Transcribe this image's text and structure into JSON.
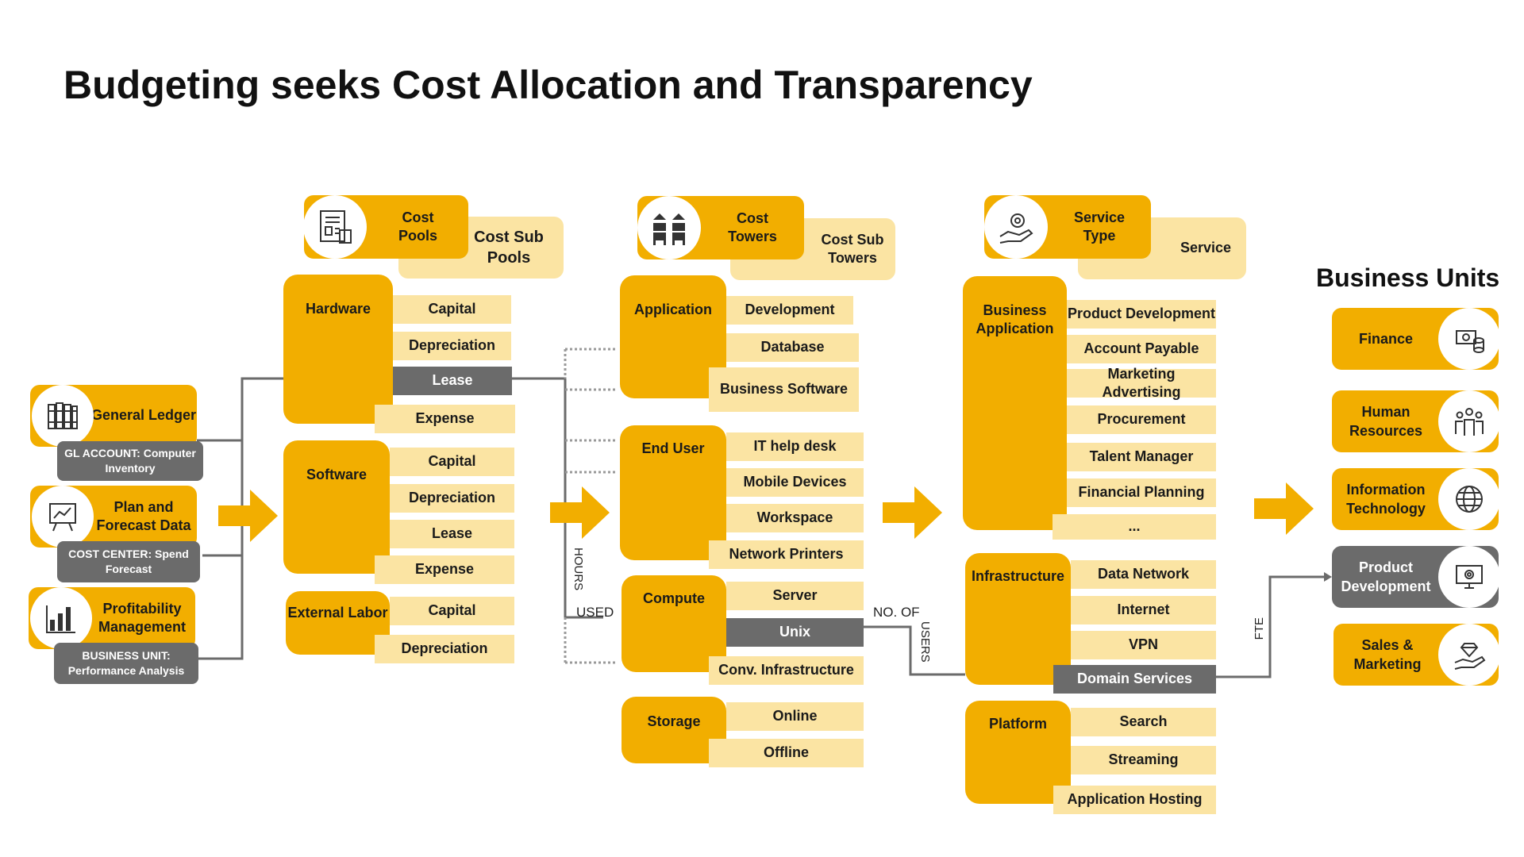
{
  "title": "Budgeting seeks Cost Allocation and Transparency",
  "sources": [
    {
      "title": "General Ledger",
      "label": "GL ACCOUNT: Computer Inventory",
      "icon": "ledger-icon"
    },
    {
      "title": "Plan and Forecast Data",
      "label": "COST CENTER: Spend Forecast",
      "icon": "presentation-icon"
    },
    {
      "title": "Profitability Management",
      "label": "BUSINESS UNIT: Performance Analysis",
      "icon": "bar-chart-icon"
    }
  ],
  "stage1": {
    "header_main": "Cost Pools",
    "header_sub": "Cost Sub Pools",
    "icon": "document-icon",
    "pools": [
      {
        "name": "Hardware",
        "subs": [
          "Capital",
          "Depreciation",
          "Lease",
          "Expense"
        ]
      },
      {
        "name": "Software",
        "subs": [
          "Capital",
          "Depreciation",
          "Lease",
          "Expense"
        ]
      },
      {
        "name": "External Labor",
        "subs": [
          "Capital",
          "Depreciation"
        ]
      }
    ]
  },
  "stage2": {
    "header_main": "Cost Towers",
    "header_sub": "Cost Sub Towers",
    "icon": "server-rack-icon",
    "towers": [
      {
        "name": "Application",
        "subs": [
          "Development",
          "Database",
          "Business Software"
        ]
      },
      {
        "name": "End User",
        "subs": [
          "IT help desk",
          "Mobile Devices",
          "Workspace",
          "Network Printers"
        ]
      },
      {
        "name": "Compute",
        "subs": [
          "Server",
          "Unix",
          "Conv. Infrastructure"
        ]
      },
      {
        "name": "Storage",
        "subs": [
          "Online",
          "Offline"
        ]
      }
    ]
  },
  "stage3": {
    "header_main": "Service Type",
    "header_sub": "Service",
    "icon": "gear-hand-icon",
    "types": [
      {
        "name": "Business Application",
        "subs": [
          "Product Development",
          "Account Payable",
          "Marketing Advertising",
          "Procurement",
          "Talent Manager",
          "Financial Planning",
          "..."
        ]
      },
      {
        "name": "Infrastructure",
        "subs": [
          "Data Network",
          "Internet",
          "VPN",
          "Domain Services"
        ]
      },
      {
        "name": "Platform",
        "subs": [
          "Search",
          "Streaming",
          "Application Hosting"
        ]
      }
    ]
  },
  "business_units": {
    "title": "Business Units",
    "items": [
      {
        "name": "Finance",
        "icon": "money-icon"
      },
      {
        "name": "Human Resources",
        "icon": "people-icon"
      },
      {
        "name": "Information Technology",
        "icon": "globe-icon"
      },
      {
        "name": "Product Development",
        "icon": "monitor-gear-icon"
      },
      {
        "name": "Sales & Marketing",
        "icon": "hand-gem-icon"
      }
    ]
  },
  "annotations": {
    "hours": "HOURS",
    "used": "USED",
    "no_of": "NO. OF",
    "users": "USERS",
    "fte": "FTE"
  },
  "colors": {
    "primary": "#f2ae00",
    "light": "#fbe4a3",
    "highlight": "#6b6b6b"
  }
}
